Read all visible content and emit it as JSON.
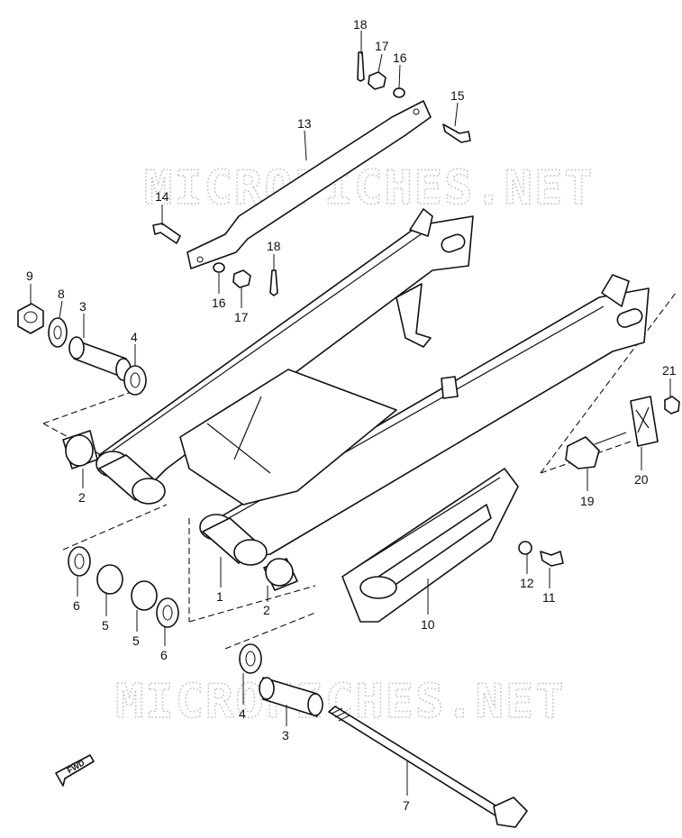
{
  "watermark": "MICROFICHES.NET",
  "fwd_label": "FWD",
  "callouts": [
    "18",
    "17",
    "16",
    "15",
    "13",
    "14",
    "18",
    "16",
    "17",
    "9",
    "8",
    "3",
    "4",
    "2",
    "1",
    "2",
    "6",
    "5",
    "5",
    "6",
    "4",
    "3",
    "7",
    "10",
    "12",
    "11",
    "19",
    "20",
    "21"
  ]
}
